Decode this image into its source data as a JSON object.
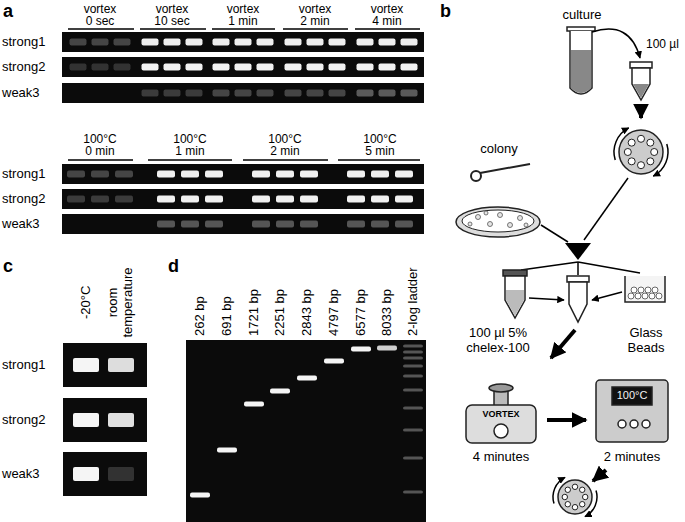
{
  "diagram": {
    "nodes": [
      {
        "text": [
          "culture"
        ]
      },
      {
        "text": [
          "colony"
        ]
      },
      {
        "text": [
          "100 µl 5% chelex-100"
        ]
      },
      {
        "text": [
          "Glass Beads"
        ]
      },
      {
        "text": [
          "VORTEX",
          "4 minutes"
        ]
      },
      {
        "text": [
          "100°C",
          "2 minutes"
        ]
      }
    ],
    "edges": [
      {
        "from": 4,
        "to": 5,
        "arrow": "to"
      }
    ],
    "labels": [
      "a",
      "vortex 0 sec",
      "vortex 10 sec",
      "vortex 1 min",
      "vortex 2 min",
      "vortex 4 min",
      "strong1",
      "strong2",
      "weak3",
      "100°C 0 min",
      "100°C 1 min",
      "100°C 2 min",
      "100°C 5 min",
      "strong1",
      "strong2",
      "weak3",
      "b",
      "100 µl",
      "c",
      "-20°C",
      "room temperature",
      "strong1",
      "strong2",
      "weak3",
      "d",
      "262 bp",
      "691 bp",
      "1721 bp",
      "2251 bp",
      "2843 bp",
      "4797 bp",
      "6577 bp",
      "8033 bp",
      "2-log ladder"
    ]
  }
}
